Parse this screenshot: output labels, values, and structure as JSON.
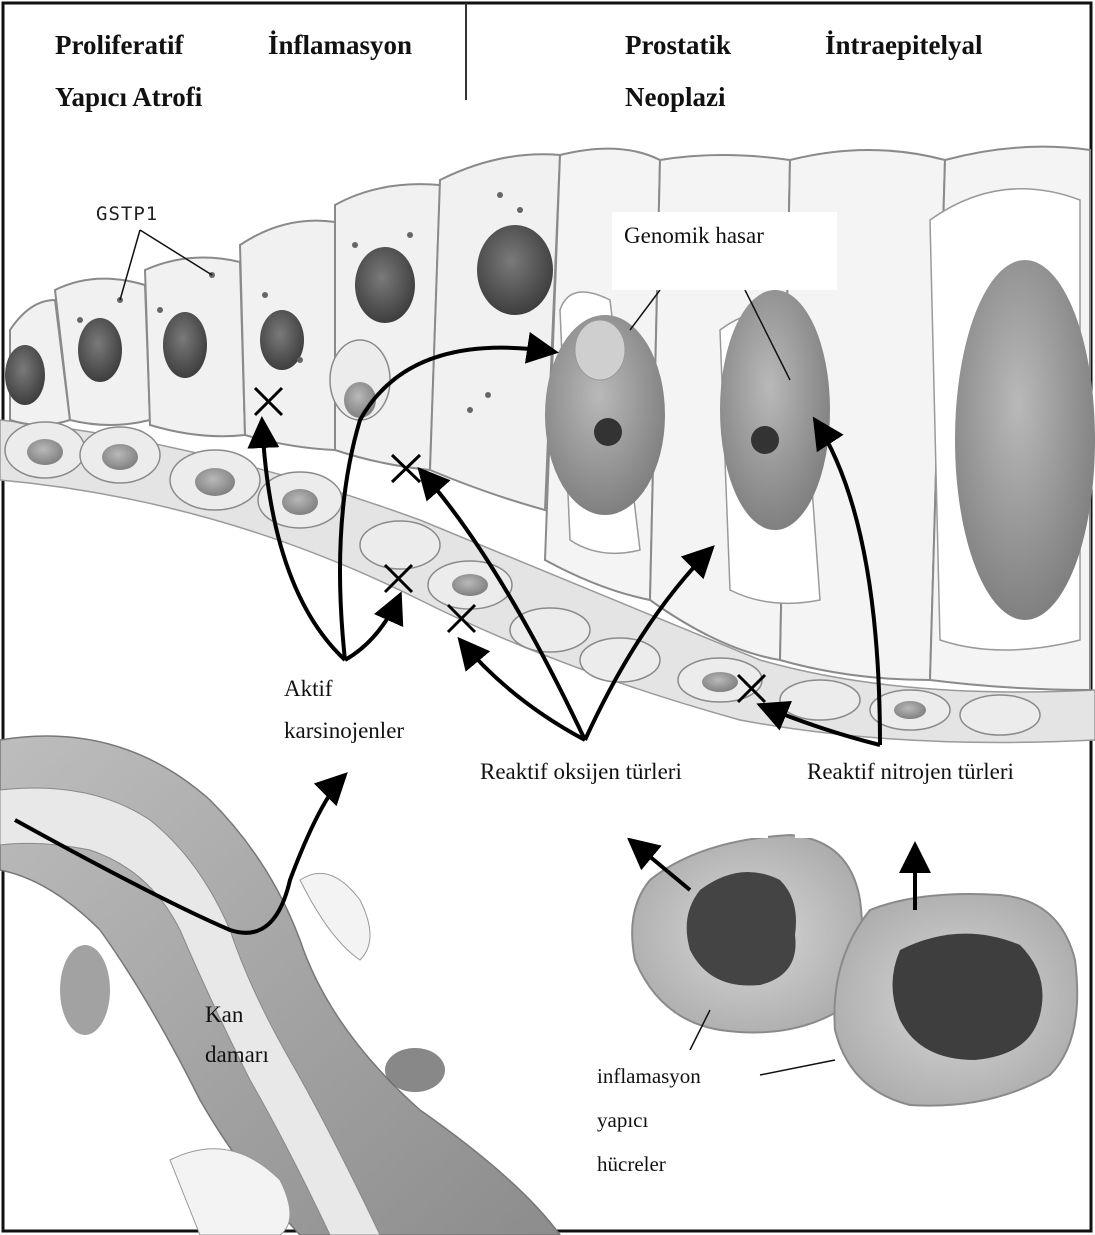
{
  "headings": {
    "left_line1_a": "Proliferatif",
    "left_line1_b": "İnflamasyon",
    "left_line2": "Yapıcı Atrofi",
    "right_line1_a": "Prostatik",
    "right_line1_b": "İntraepitelyal",
    "right_line2": "Neoplazi"
  },
  "labels": {
    "gstp1": "GSTP1",
    "genomic_damage": "Genomik hasar",
    "active_carcinogens": [
      "Aktif",
      "karsinojenler"
    ],
    "ros": "Reaktif oksijen türleri",
    "rns": "Reaktif nitrojen türleri",
    "blood_vessel": [
      "Kan",
      "damarı"
    ],
    "inflammatory_cells": [
      "inflamasyon",
      "yapıcı",
      "hücreler"
    ]
  },
  "colors": {
    "cell_fill": "#f1f1f1",
    "cell_outline": "#8a8a8a",
    "nucleus": "#5a5a5a",
    "vessel": "#9a9a9a",
    "arrow": "#000000"
  }
}
